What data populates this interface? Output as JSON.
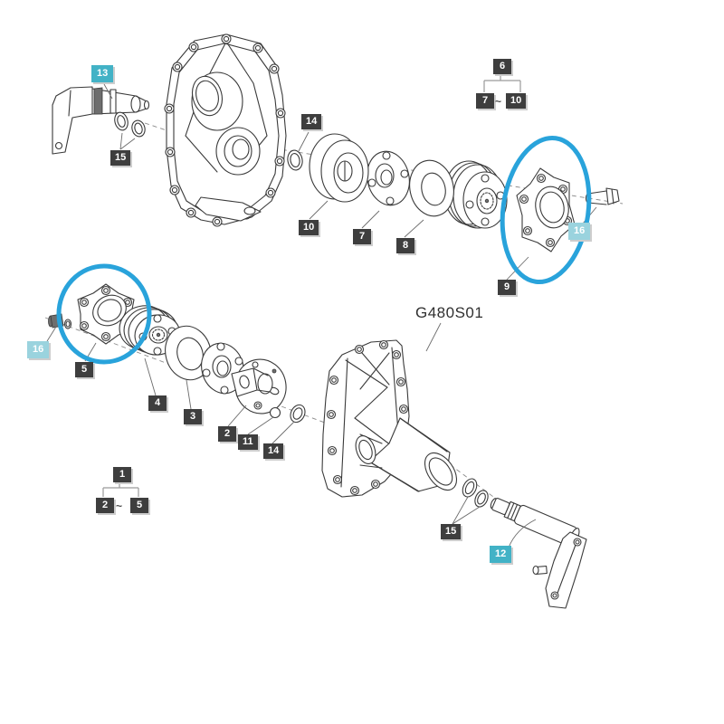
{
  "diagram": {
    "code": "G480S01",
    "colors": {
      "highlight_circle": "#29a3db",
      "label_dark": "#3e3e3e",
      "label_teal": "#42b2c6",
      "label_teal_light": "#9ad3de",
      "line_art": "#3a3a3a"
    },
    "labels": [
      {
        "text": "13",
        "variant": "teal"
      },
      {
        "text": "15",
        "variant": "dark"
      },
      {
        "text": "14",
        "variant": "dark"
      },
      {
        "text": "10",
        "variant": "dark"
      },
      {
        "text": "7",
        "variant": "dark"
      },
      {
        "text": "8",
        "variant": "dark"
      },
      {
        "text": "6",
        "variant": "dark"
      },
      {
        "text": "7",
        "variant": "dark"
      },
      {
        "text": "10",
        "variant": "dark"
      },
      {
        "text": "16",
        "variant": "teal-light"
      },
      {
        "text": "9",
        "variant": "dark"
      },
      {
        "text": "16",
        "variant": "teal-light"
      },
      {
        "text": "5",
        "variant": "dark"
      },
      {
        "text": "4",
        "variant": "dark"
      },
      {
        "text": "3",
        "variant": "dark"
      },
      {
        "text": "2",
        "variant": "dark"
      },
      {
        "text": "11",
        "variant": "dark"
      },
      {
        "text": "14",
        "variant": "dark"
      },
      {
        "text": "1",
        "variant": "dark"
      },
      {
        "text": "2",
        "variant": "dark"
      },
      {
        "text": "5",
        "variant": "dark"
      },
      {
        "text": "15",
        "variant": "dark"
      },
      {
        "text": "12",
        "variant": "teal"
      }
    ],
    "groups": [
      {
        "parent": "6",
        "from": "7",
        "to": "10",
        "separator": "~"
      },
      {
        "parent": "1",
        "from": "2",
        "to": "5",
        "separator": "~"
      }
    ],
    "parts": [
      "upper-housing-cover",
      "shift-lever-upper",
      "o-rings-upper",
      "o-ring-small-upper",
      "clutch-drum-upper",
      "clutch-plate-upper",
      "friction-disc-upper",
      "pulley-upper",
      "flange-upper-highlighted",
      "flange-bolt-upper",
      "flange-bolt-lower",
      "flange-lower-highlighted",
      "pulley-lower",
      "friction-disc-lower",
      "clutch-plate-lower",
      "hub-lower",
      "steel-ball",
      "o-ring-small-lower",
      "lower-housing-cover",
      "o-rings-lower",
      "shift-shaft-lower",
      "shift-lever-lower"
    ]
  }
}
